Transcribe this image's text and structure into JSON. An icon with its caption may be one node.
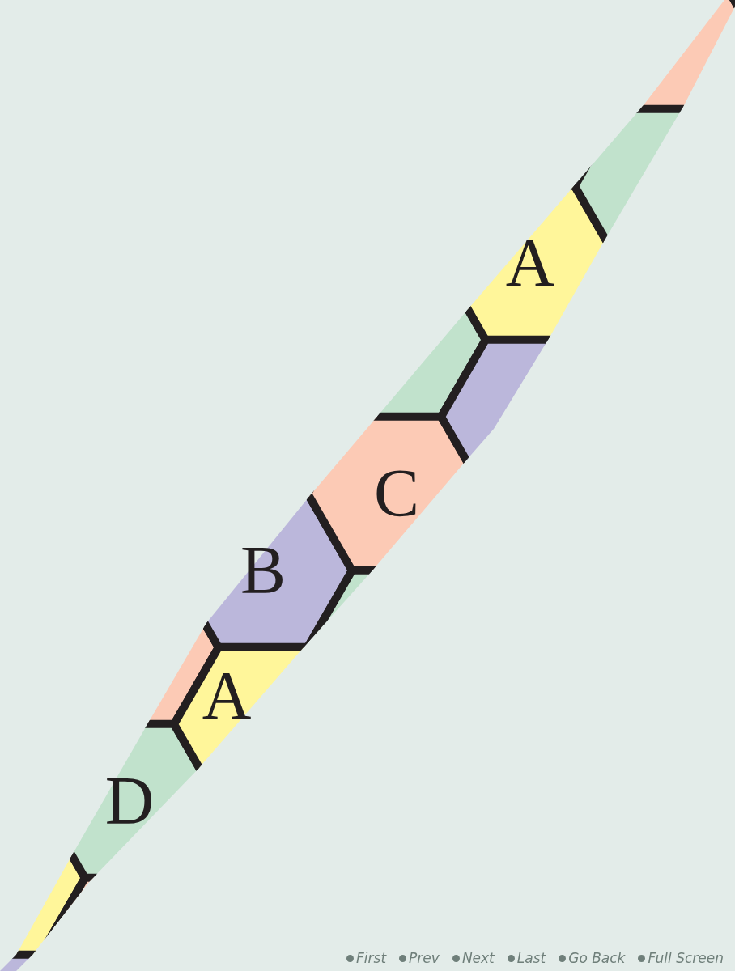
{
  "diagram": {
    "nodes": [
      {
        "text": [
          "A"
        ]
      },
      {
        "text": [
          "C"
        ]
      },
      {
        "text": [
          "B"
        ]
      },
      {
        "text": [
          "A"
        ]
      },
      {
        "text": [
          "D"
        ]
      }
    ],
    "labels": [
      "First",
      "Prev",
      "Next",
      "Last",
      "Go Back",
      "Full Screen"
    ]
  }
}
